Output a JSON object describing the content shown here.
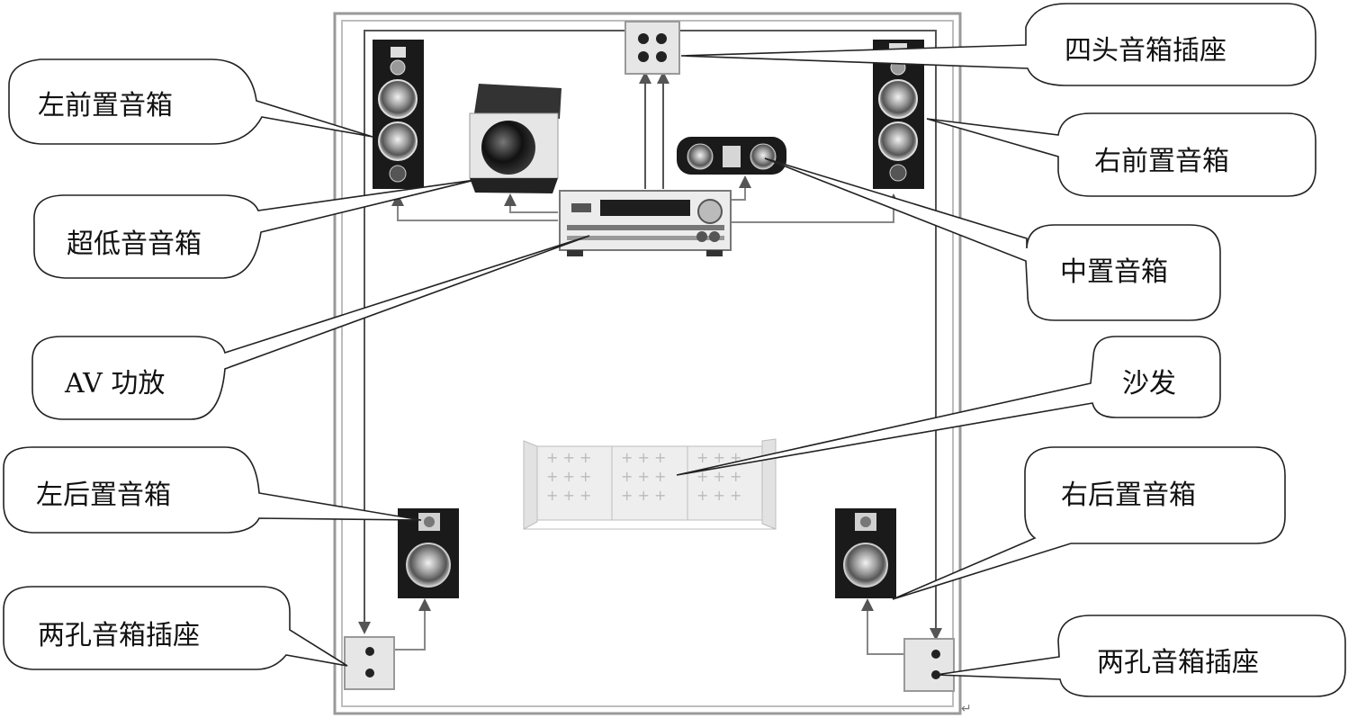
{
  "labels": {
    "left_front": "左前置音箱",
    "subwoofer": "超低音音箱",
    "av_amp": "AV  功放",
    "left_rear": "左后置音箱",
    "two_hole_left": "两孔音箱插座",
    "four_head": "四头音箱插座",
    "right_front": "右前置音箱",
    "center": "中置音箱",
    "sofa": "沙发",
    "right_rear": "右后置音箱",
    "two_hole_right": "两孔音箱插座"
  },
  "colors": {
    "speaker_body": "#1a1a1a",
    "room_frame": "#777777",
    "wire": "#888888",
    "sofa": "#d8d8d8"
  }
}
